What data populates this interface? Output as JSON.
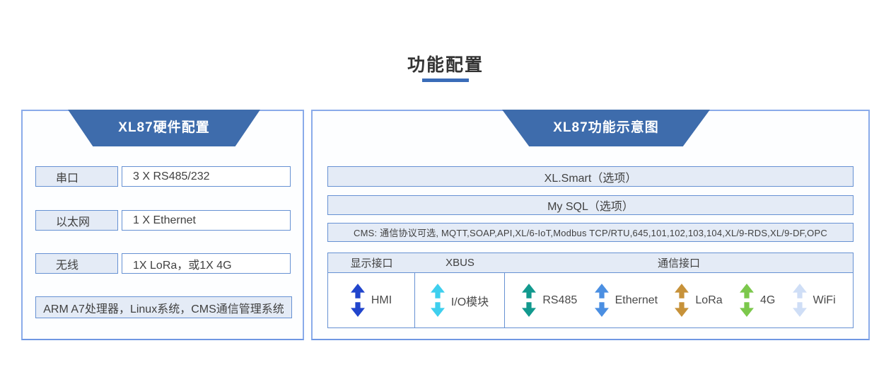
{
  "page": {
    "title": "功能配置"
  },
  "colors": {
    "accent_underline": "#3a6cb8",
    "banner_blue": "#3e6cac",
    "panel_border": "#8aabea",
    "bar_fill": "#e4ebf6",
    "bar_border": "#6691d3"
  },
  "left_panel": {
    "header": "XL87硬件配置",
    "rows": [
      {
        "label": "串口",
        "value": "3 X RS485/232"
      },
      {
        "label": "以太网",
        "value": "1 X Ethernet"
      },
      {
        "label": "无线",
        "value": "1X LoRa，或1X 4G"
      }
    ],
    "footer": "ARM A7处理器，Linux系统，CMS通信管理系统"
  },
  "right_panel": {
    "header": "XL87功能示意图",
    "bars": [
      "XL.Smart（选项）",
      "My SQL（选项）",
      "CMS: 通信协议可选, MQTT,SOAP,API,XL/6-IoT,Modbus TCP/RTU,645,101,102,103,104,XL/9-RDS,XL/9-DF,OPC"
    ],
    "table": {
      "columns": [
        "显示接口",
        "XBUS",
        "通信接口"
      ],
      "cells": [
        {
          "items": [
            {
              "label": "HMI",
              "color": "#2145cc"
            }
          ]
        },
        {
          "items": [
            {
              "label": "I/O模块",
              "color": "#3ecfee"
            }
          ]
        },
        {
          "items": [
            {
              "label": "RS485",
              "color": "#12998e"
            },
            {
              "label": "Ethernet",
              "color": "#4b8fe2"
            },
            {
              "label": "LoRa",
              "color": "#c7923a"
            },
            {
              "label": "4G",
              "color": "#7cc84c"
            },
            {
              "label": "WiFi",
              "color": "#cfdef6"
            }
          ]
        }
      ]
    }
  }
}
